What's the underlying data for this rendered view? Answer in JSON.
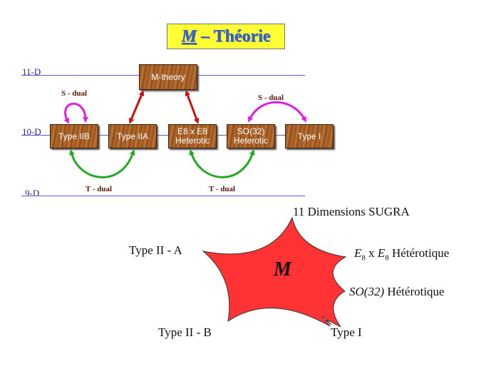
{
  "title": {
    "letter": "M",
    "rest": "– Théorie"
  },
  "dimensions": [
    "11-D",
    "10-D",
    "9-D"
  ],
  "theories": {
    "mtheory": "M-theory",
    "iib": "Type IIB",
    "iia": "Type IIA",
    "e8_line1": "E8 x E8",
    "e8_line2": "Heterotic",
    "so32_line1": "SO(32)",
    "so32_line2": "Heterotic",
    "typei": "Type I"
  },
  "dualities": {
    "s_left": "S - dual",
    "s_right": "S - dual",
    "t_left": "T - dual",
    "t_right": "T - dual"
  },
  "star": {
    "center": "M",
    "top": "11 Dimensions SUGRA",
    "left": "Type II - A",
    "e8_sym": "E",
    "e8_sub": "8",
    "e8_x": "x",
    "e8_suffix": "Hétérotique",
    "so32_sym": "SO(32)",
    "so32_suffix": "Hétérotique",
    "bottom_left": "Type II - B",
    "bottom_right": "Type I"
  },
  "colors": {
    "title_bg": "#ffff33",
    "s_dual": "#e020e0",
    "t_dual": "#22aa22",
    "m_link": "#cc1111",
    "star_fill": "#ff3333"
  }
}
